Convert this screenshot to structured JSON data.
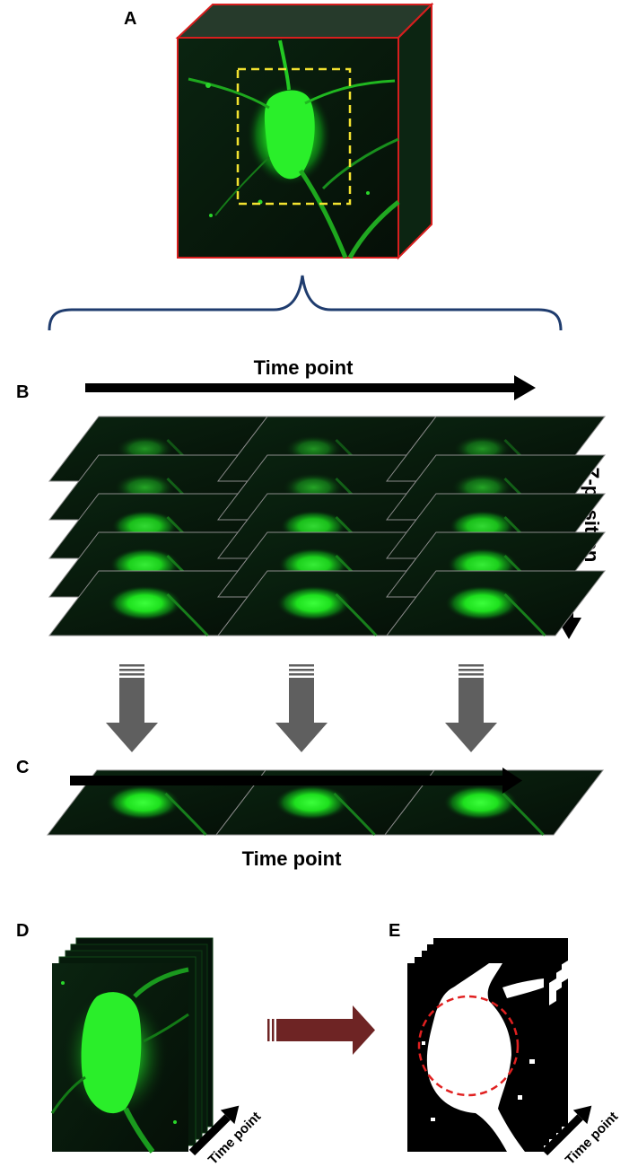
{
  "panels": {
    "a": {
      "letter": "A"
    },
    "b": {
      "letter": "B",
      "time_label": "Time point",
      "z_label": "Z-position"
    },
    "c": {
      "letter": "C",
      "time_label": "Time point"
    },
    "d": {
      "letter": "D",
      "time_label": "Time point"
    },
    "e": {
      "letter": "E",
      "time_label": "Time point"
    }
  },
  "colors": {
    "fluorescence": "#22dd22",
    "background_dark": "#06140a",
    "cube_edge": "#d81e1e",
    "roi_box": "#f2e230",
    "brace": "#1f3c6e",
    "down_arrow": "#5f5f5f",
    "transform_arrow": "#6e2424",
    "roi_circle": "#e02020"
  }
}
